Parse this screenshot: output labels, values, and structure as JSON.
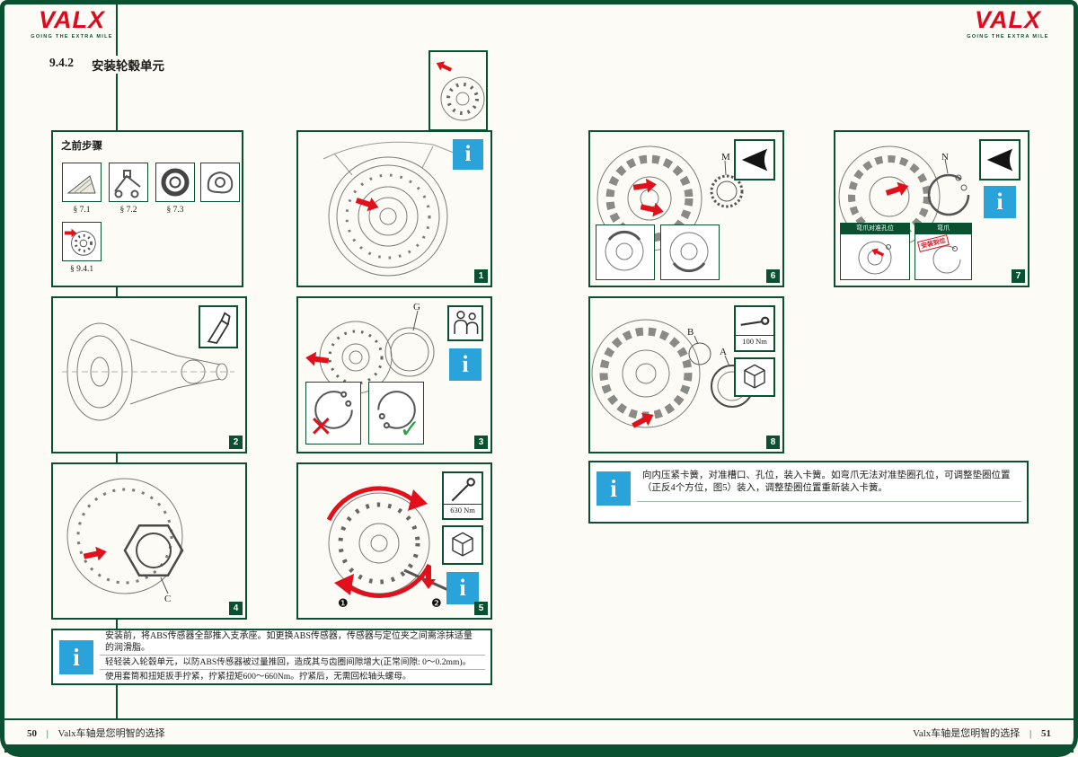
{
  "brand": {
    "logo": "VALX",
    "tagline": "GOING THE EXTRA MILE"
  },
  "header": {
    "number": "9.4.2",
    "title": "安装轮毂单元"
  },
  "prev_steps": {
    "title": "之前步骤",
    "labels": [
      "§ 7.1",
      "§ 7.2",
      "§ 7.3"
    ],
    "label_hub": "§ 9.4.1"
  },
  "icons": {
    "info_glyph": "i"
  },
  "marks": {
    "wrong": "✕",
    "right": "✓"
  },
  "steps": {
    "s1": {
      "num": "1"
    },
    "s2": {
      "num": "2"
    },
    "s3": {
      "num": "3",
      "part": "G"
    },
    "s4": {
      "num": "4",
      "part": "C"
    },
    "s5": {
      "num": "5",
      "torque": "630 Nm",
      "marker1": "❶",
      "marker2": "❷"
    },
    "s6": {
      "num": "6",
      "part": "M"
    },
    "s7": {
      "num": "7",
      "part": "N",
      "callout_left": "弯爪对准孔位",
      "callout_right": "弯爪",
      "badge": "安装到位"
    },
    "s8": {
      "num": "8",
      "part_a": "A",
      "part_b": "B",
      "torque": "100 Nm"
    }
  },
  "info_left": {
    "rows": [
      "安装前，将ABS传感器全部推入支承座。如更换ABS传感器，传感器与定位夹之间需涂抹适量的润滑脂。",
      "轻轻装入轮毂单元，以防ABS传感器被过量推回，造成其与齿圈间隙增大(正常间隙: 0～0.2mm)。",
      "使用套筒和扭矩扳手拧紧，拧紧扭矩600～660Nm。拧紧后，无需回松轴头螺母。"
    ]
  },
  "info_right": {
    "text": "向内压紧卡簧，对准槽口、孔位，装入卡簧。如弯爪无法对准垫圈孔位，可调整垫圈位置（正反4个方位，图5）装入，调整垫圈位置重新装入卡簧。"
  },
  "footer": {
    "left_num": "50",
    "sep": "|",
    "left_text": "Valx车轴是您明智的选择",
    "right_text": "Valx车轴是您明智的选择",
    "right_num": "51"
  }
}
